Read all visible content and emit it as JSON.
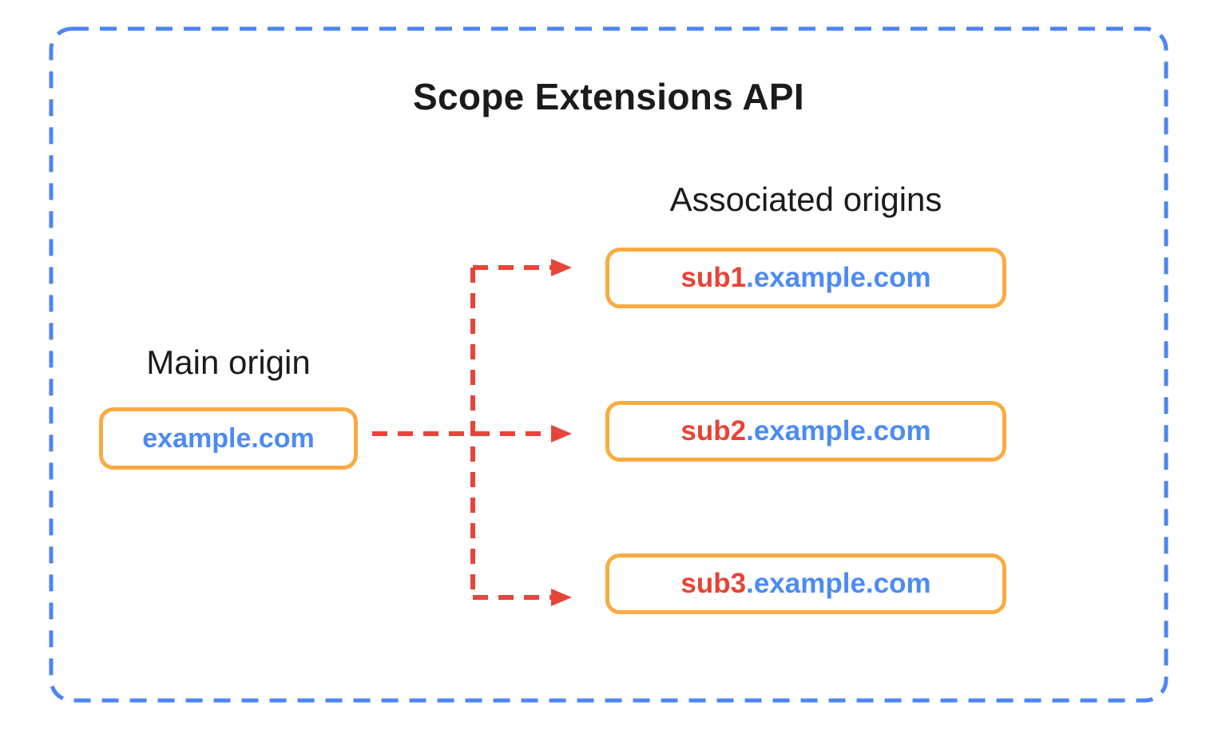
{
  "diagram": {
    "title": "Scope Extensions API",
    "main_origin": {
      "label": "Main origin",
      "domain": "example.com"
    },
    "associated_origins": {
      "label": "Associated origins",
      "items": [
        {
          "subdomain": "sub1",
          "rest": ".example.com"
        },
        {
          "subdomain": "sub2",
          "rest": ".example.com"
        },
        {
          "subdomain": "sub3",
          "rest": ".example.com"
        }
      ]
    },
    "colors": {
      "outer_border_blue": "#4C86F2",
      "node_border_orange": "#FAAB40",
      "arrow_red": "#E8443A",
      "domain_text_blue": "#4C8BF5",
      "subdomain_text_red": "#E84335",
      "heading_text": "#1b1b1b"
    }
  }
}
